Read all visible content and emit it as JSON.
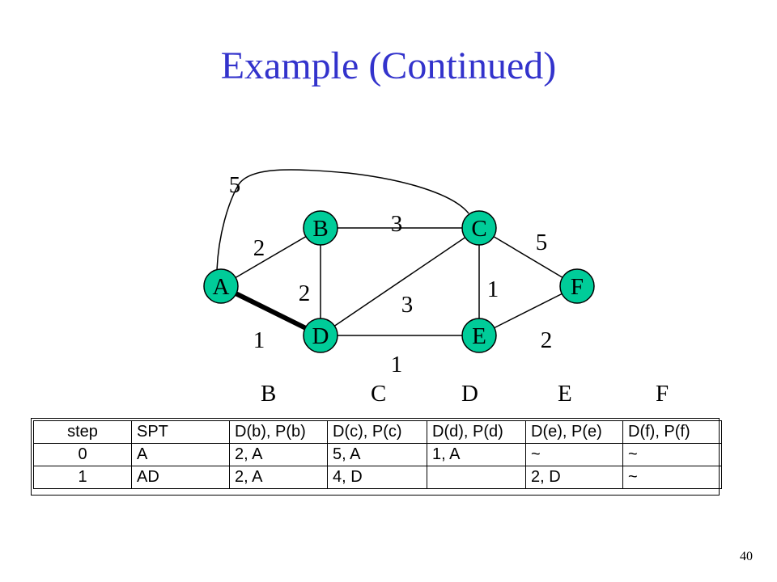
{
  "slide": {
    "title": "Example (Continued)",
    "page_number": "40"
  },
  "graph": {
    "nodes": [
      {
        "id": "A",
        "label": "A"
      },
      {
        "id": "B",
        "label": "B"
      },
      {
        "id": "C",
        "label": "C"
      },
      {
        "id": "D",
        "label": "D"
      },
      {
        "id": "E",
        "label": "E"
      },
      {
        "id": "F",
        "label": "F"
      }
    ],
    "edges": [
      {
        "from": "A",
        "to": "B",
        "weight": "2",
        "in_tree": false
      },
      {
        "from": "A",
        "to": "D",
        "weight": "1",
        "in_tree": true
      },
      {
        "from": "A",
        "to": "C",
        "weight": "5",
        "in_tree": false
      },
      {
        "from": "B",
        "to": "C",
        "weight": "3",
        "in_tree": false
      },
      {
        "from": "B",
        "to": "D",
        "weight": "2",
        "in_tree": false
      },
      {
        "from": "D",
        "to": "C",
        "weight": "3",
        "in_tree": false
      },
      {
        "from": "D",
        "to": "E",
        "weight": "1",
        "in_tree": false
      },
      {
        "from": "C",
        "to": "E",
        "weight": "1",
        "in_tree": false
      },
      {
        "from": "C",
        "to": "F",
        "weight": "5",
        "in_tree": false
      },
      {
        "from": "E",
        "to": "F",
        "weight": "2",
        "in_tree": false
      }
    ],
    "colors": {
      "node_fill": "#00cc99",
      "title": "#3333cc",
      "edge": "#000000"
    }
  },
  "column_headers": [
    "B",
    "C",
    "D",
    "E",
    "F"
  ],
  "table": {
    "header": [
      "step",
      "SPT",
      "D(b), P(b)",
      "D(c), P(c)",
      "D(d), P(d)",
      "D(e), P(e)",
      "D(f), P(f)"
    ],
    "rows": [
      [
        "0",
        "A",
        "2, A",
        "5, A",
        "1, A",
        "~",
        "~"
      ],
      [
        "1",
        "AD",
        "2, A",
        "4, D",
        "",
        "2, D",
        "~"
      ]
    ]
  }
}
